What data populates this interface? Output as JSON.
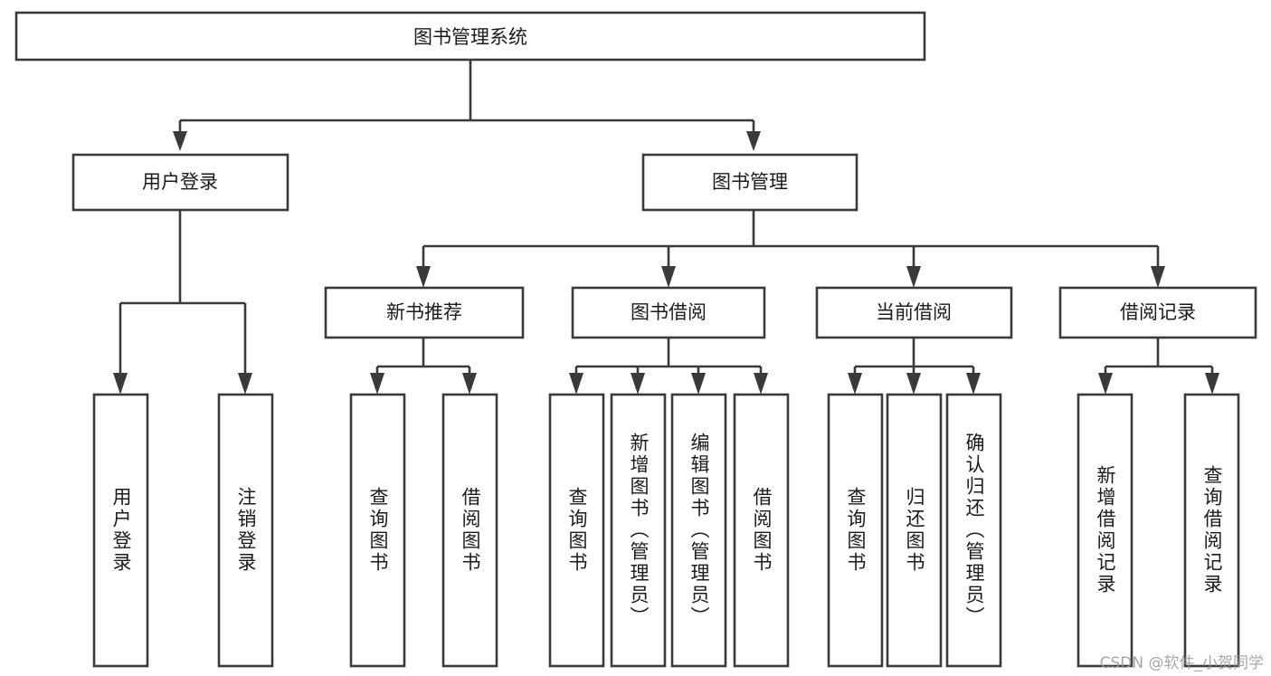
{
  "diagram": {
    "type": "tree",
    "title": "图书管理系统",
    "orientation": "top-down",
    "style": {
      "box_fill": "#ffffff",
      "box_stroke": "#3a3a3a",
      "connector_stroke": "#3a3a3a",
      "text_color": "#1b1b1b",
      "background": "#ffffff"
    },
    "root": {
      "label": "图书管理系统"
    },
    "level2": [
      {
        "label": "用户登录"
      },
      {
        "label": "图书管理"
      }
    ],
    "level3": [
      {
        "label": "新书推荐"
      },
      {
        "label": "图书借阅"
      },
      {
        "label": "当前借阅"
      },
      {
        "label": "借阅记录"
      }
    ],
    "leaves": {
      "user_login": [
        {
          "label": "用户登录"
        },
        {
          "label": "注销登录"
        }
      ],
      "new_book_recommend": [
        {
          "label": "查询图书"
        },
        {
          "label": "借阅图书"
        }
      ],
      "book_borrow": [
        {
          "label": "查询图书"
        },
        {
          "label": "新增图书（管理员）"
        },
        {
          "label": "编辑图书（管理员）"
        },
        {
          "label": "借阅图书"
        }
      ],
      "current_borrow": [
        {
          "label": "查询图书"
        },
        {
          "label": "归还图书"
        },
        {
          "label": "确认归还（管理员）"
        }
      ],
      "borrow_record": [
        {
          "label": "新增借阅记录"
        },
        {
          "label": "查询借阅记录"
        }
      ]
    }
  },
  "watermark": {
    "text": "CSDN @软件_小贺同学"
  }
}
